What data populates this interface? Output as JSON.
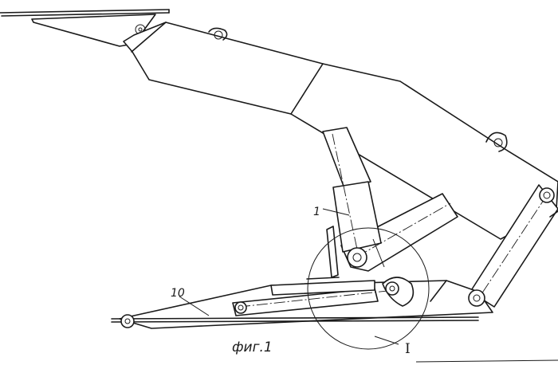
{
  "labels": {
    "part_1": "1",
    "part_10": "10",
    "detail_marker": "I",
    "figure_caption": "фиг.1"
  }
}
